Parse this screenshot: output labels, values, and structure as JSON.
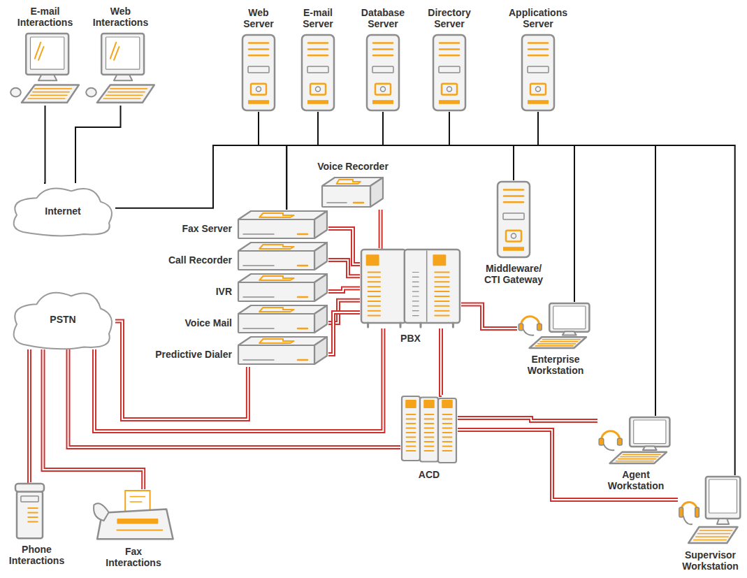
{
  "diagram": {
    "nodes": [
      {
        "text": [
          "E-mail Interactions"
        ]
      },
      {
        "text": [
          "Web Interactions"
        ]
      },
      {
        "text": [
          "Web Server"
        ]
      },
      {
        "text": [
          "E-mail Server"
        ]
      },
      {
        "text": [
          "Database Server"
        ]
      },
      {
        "text": [
          "Directory Server"
        ]
      },
      {
        "text": [
          "Applications Server"
        ]
      },
      {
        "text": [
          "Internet"
        ]
      },
      {
        "text": [
          "Voice Recorder"
        ]
      },
      {
        "text": [
          "Fax Server"
        ]
      },
      {
        "text": [
          "Call Recorder"
        ]
      },
      {
        "text": [
          "IVR"
        ]
      },
      {
        "text": [
          "Voice Mail"
        ]
      },
      {
        "text": [
          "Predictive Dialer"
        ]
      },
      {
        "text": [
          "PBX"
        ]
      },
      {
        "text": [
          "Middleware/ CTI Gateway"
        ]
      },
      {
        "text": [
          "PSTN"
        ]
      },
      {
        "text": [
          "Enterprise Workstation"
        ]
      },
      {
        "text": [
          "ACD"
        ]
      },
      {
        "text": [
          "Agent Workstation"
        ]
      },
      {
        "text": [
          "Phone Interactions"
        ]
      },
      {
        "text": [
          "Fax Interactions"
        ]
      },
      {
        "text": [
          "Supervisor Workstation"
        ]
      }
    ],
    "edges": [
      {
        "from": 0,
        "to": 7,
        "arrow": "none"
      },
      {
        "from": 1,
        "to": 7,
        "arrow": "none"
      },
      {
        "from": 7,
        "to": 2,
        "arrow": "none"
      },
      {
        "from": 2,
        "to": 9,
        "arrow": "none"
      },
      {
        "from": 9,
        "to": 3,
        "arrow": "none"
      },
      {
        "from": 3,
        "to": 4,
        "arrow": "none"
      },
      {
        "from": 4,
        "to": 5,
        "arrow": "none"
      },
      {
        "from": 5,
        "to": 15,
        "arrow": "none"
      },
      {
        "from": 15,
        "to": 6,
        "arrow": "none"
      },
      {
        "from": 6,
        "to": 17,
        "arrow": "none"
      },
      {
        "from": 17,
        "to": 19,
        "arrow": "none"
      },
      {
        "from": 19,
        "to": 22,
        "arrow": "none"
      },
      {
        "from": 16,
        "to": 20,
        "arrow": "none"
      },
      {
        "from": 16,
        "to": 21,
        "arrow": "none"
      },
      {
        "from": 16,
        "to": 13,
        "arrow": "none"
      },
      {
        "from": 16,
        "to": 14,
        "arrow": "none"
      },
      {
        "from": 16,
        "to": 18,
        "arrow": "none"
      },
      {
        "from": 9,
        "to": 14,
        "arrow": "none"
      },
      {
        "from": 10,
        "to": 14,
        "arrow": "none"
      },
      {
        "from": 11,
        "to": 14,
        "arrow": "none"
      },
      {
        "from": 12,
        "to": 14,
        "arrow": "none"
      },
      {
        "from": 13,
        "to": 14,
        "arrow": "none"
      },
      {
        "from": 8,
        "to": 14,
        "arrow": "none"
      },
      {
        "from": 14,
        "to": 17,
        "arrow": "none"
      },
      {
        "from": 14,
        "to": 18,
        "arrow": "none"
      },
      {
        "from": 18,
        "to": 19,
        "arrow": "none"
      },
      {
        "from": 18,
        "to": 22,
        "arrow": "none"
      }
    ]
  }
}
